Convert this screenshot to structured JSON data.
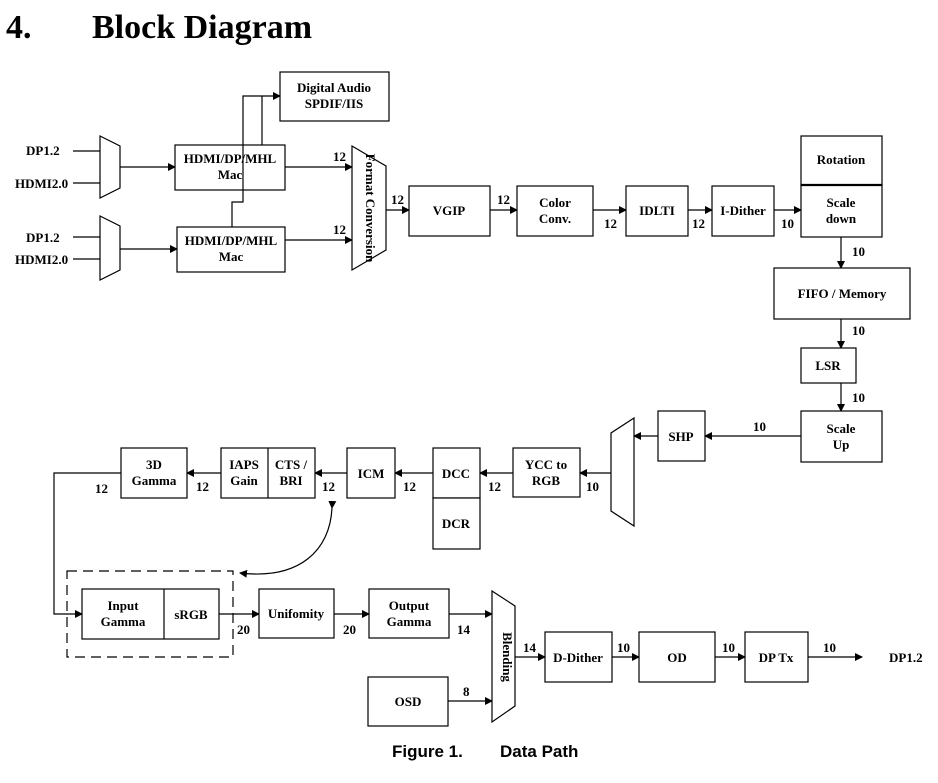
{
  "heading": {
    "number": "4.",
    "title": "Block Diagram"
  },
  "caption": {
    "figure": "Figure 1.",
    "title": "Data Path"
  },
  "inputs": {
    "dp_top": "DP1.2",
    "hdmi_top": "HDMI2.0",
    "dp_bot": "DP1.2",
    "hdmi_bot": "HDMI2.0"
  },
  "output_label": "DP1.2",
  "blocks": {
    "mac_top": [
      "HDMI/DP/MHL",
      "Mac"
    ],
    "mac_bot": [
      "HDMI/DP/MHL",
      "Mac"
    ],
    "digital_audio": [
      "Digital Audio",
      "SPDIF/IIS"
    ],
    "format_conversion": "Format Conversion",
    "vgip": "VGIP",
    "color_conv": [
      "Color",
      "Conv."
    ],
    "idlti": "IDLTI",
    "i_dither": "I-Dither",
    "rotation": "Rotation",
    "scale_down": [
      "Scale",
      "down"
    ],
    "fifo": "FIFO / Memory",
    "lsr": "LSR",
    "scale_up": [
      "Scale",
      "Up"
    ],
    "shp": "SHP",
    "ycc_to_rgb": [
      "YCC to",
      "RGB"
    ],
    "dcc": "DCC",
    "dcr": "DCR",
    "icm": "ICM",
    "cts_bri": [
      "CTS /",
      "BRI"
    ],
    "iaps_gain": [
      "IAPS",
      "Gain"
    ],
    "gamma_3d": [
      "3D",
      "Gamma"
    ],
    "input_gamma": [
      "Input",
      "Gamma"
    ],
    "srgb": "sRGB",
    "uniformity": "Unifomity",
    "output_gamma": [
      "Output",
      "Gamma"
    ],
    "blending": "Blending",
    "osd": "OSD",
    "d_dither": "D-Dither",
    "od": "OD",
    "dp_tx": "DP Tx"
  },
  "bit_widths": {
    "mac_top_to_fc": "12",
    "mac_bot_to_fc": "12",
    "fc_to_vgip": "12",
    "vgip_to_color": "12",
    "color_to_idlti": "12",
    "idlti_to_idither": "12",
    "idither_to_scaledown": "10",
    "scaledown_to_fifo": "10",
    "fifo_to_lsr": "10",
    "lsr_to_scaleup": "10",
    "scaleup_to_shp": "10",
    "mux_to_ycc": "10",
    "ycc_to_dcc": "12",
    "dcc_to_icm": "12",
    "icm_to_cts": "12",
    "iaps_to_gamma3d": "12",
    "gamma3d_out": "12",
    "srgb_to_uniformity": "20",
    "uniformity_to_outgamma": "20",
    "outgamma_to_blending": "14",
    "osd_to_blending": "8",
    "blending_to_ddither": "14",
    "ddither_to_od": "10",
    "od_to_dptx": "10",
    "dptx_out": "10"
  }
}
